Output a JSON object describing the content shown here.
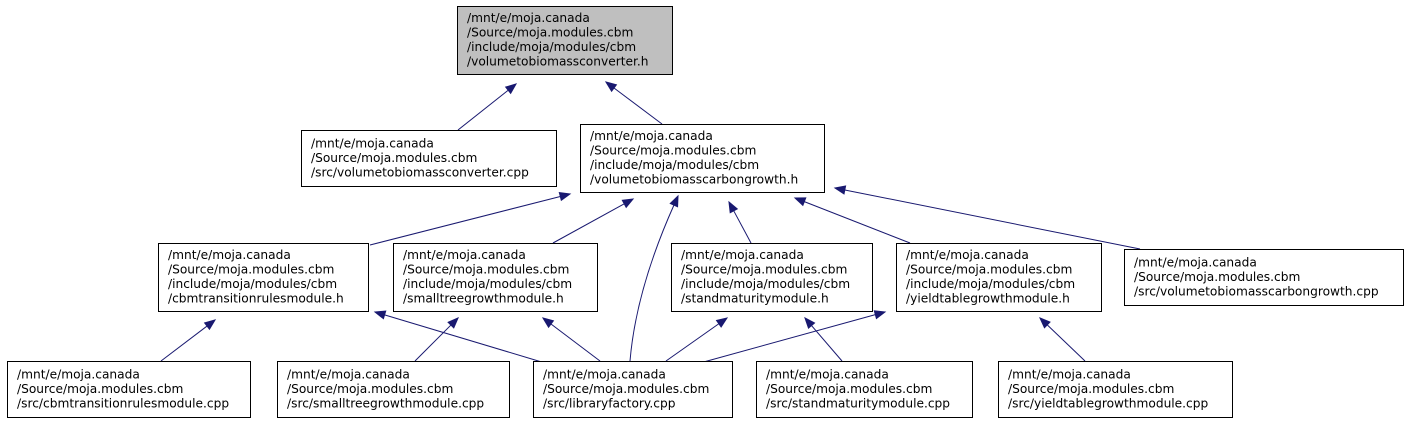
{
  "graph": {
    "nodes": [
      {
        "id": "root",
        "is_root": true,
        "lines": [
          "/mnt/e/moja.canada",
          "/Source/moja.modules.cbm",
          "/include/moja/modules/cbm",
          "/volumetobiomassconverter.h"
        ]
      },
      {
        "id": "vbc_cpp",
        "is_root": false,
        "lines": [
          "/mnt/e/moja.canada",
          "/Source/moja.modules.cbm",
          "/src/volumetobiomassconverter.cpp"
        ]
      },
      {
        "id": "vbcg_h",
        "is_root": false,
        "lines": [
          "/mnt/e/moja.canada",
          "/Source/moja.modules.cbm",
          "/include/moja/modules/cbm",
          "/volumetobiomasscarbongrowth.h"
        ]
      },
      {
        "id": "ctr_h",
        "is_root": false,
        "lines": [
          "/mnt/e/moja.canada",
          "/Source/moja.modules.cbm",
          "/include/moja/modules/cbm",
          "/cbmtransitionrulesmodule.h"
        ]
      },
      {
        "id": "stg_h",
        "is_root": false,
        "lines": [
          "/mnt/e/moja.canada",
          "/Source/moja.modules.cbm",
          "/include/moja/modules/cbm",
          "/smalltreegrowthmodule.h"
        ]
      },
      {
        "id": "sm_h",
        "is_root": false,
        "lines": [
          "/mnt/e/moja.canada",
          "/Source/moja.modules.cbm",
          "/include/moja/modules/cbm",
          "/standmaturitymodule.h"
        ]
      },
      {
        "id": "ytg_h",
        "is_root": false,
        "lines": [
          "/mnt/e/moja.canada",
          "/Source/moja.modules.cbm",
          "/include/moja/modules/cbm",
          "/yieldtablegrowthmodule.h"
        ]
      },
      {
        "id": "vbcg_cpp",
        "is_root": false,
        "lines": [
          "/mnt/e/moja.canada",
          "/Source/moja.modules.cbm",
          "/src/volumetobiomasscarbongrowth.cpp"
        ]
      },
      {
        "id": "ctr_cpp",
        "is_root": false,
        "lines": [
          "/mnt/e/moja.canada",
          "/Source/moja.modules.cbm",
          "/src/cbmtransitionrulesmodule.cpp"
        ]
      },
      {
        "id": "stg_cpp",
        "is_root": false,
        "lines": [
          "/mnt/e/moja.canada",
          "/Source/moja.modules.cbm",
          "/src/smalltreegrowthmodule.cpp"
        ]
      },
      {
        "id": "lf_cpp",
        "is_root": false,
        "lines": [
          "/mnt/e/moja.canada",
          "/Source/moja.modules.cbm",
          "/src/libraryfactory.cpp"
        ]
      },
      {
        "id": "sm_cpp",
        "is_root": false,
        "lines": [
          "/mnt/e/moja.canada",
          "/Source/moja.modules.cbm",
          "/src/standmaturitymodule.cpp"
        ]
      },
      {
        "id": "ytg_cpp",
        "is_root": false,
        "lines": [
          "/mnt/e/moja.canada",
          "/Source/moja.modules.cbm",
          "/src/yieldtablegrowthmodule.cpp"
        ]
      }
    ],
    "edges": [
      {
        "from": "vbc_cpp",
        "to": "root"
      },
      {
        "from": "vbcg_h",
        "to": "root"
      },
      {
        "from": "ctr_h",
        "to": "vbcg_h"
      },
      {
        "from": "stg_h",
        "to": "vbcg_h"
      },
      {
        "from": "lf_cpp",
        "to": "vbcg_h"
      },
      {
        "from": "sm_h",
        "to": "vbcg_h"
      },
      {
        "from": "ytg_h",
        "to": "vbcg_h"
      },
      {
        "from": "vbcg_cpp",
        "to": "vbcg_h"
      },
      {
        "from": "ctr_cpp",
        "to": "ctr_h"
      },
      {
        "from": "lf_cpp",
        "to": "ctr_h"
      },
      {
        "from": "stg_cpp",
        "to": "stg_h"
      },
      {
        "from": "lf_cpp",
        "to": "stg_h"
      },
      {
        "from": "lf_cpp",
        "to": "sm_h"
      },
      {
        "from": "sm_cpp",
        "to": "sm_h"
      },
      {
        "from": "lf_cpp",
        "to": "ytg_h"
      },
      {
        "from": "ytg_cpp",
        "to": "ytg_h"
      }
    ],
    "colors": {
      "edge": "#191970",
      "root_fill": "#bfbfbf",
      "node_fill": "#ffffff",
      "border": "#000000"
    }
  }
}
